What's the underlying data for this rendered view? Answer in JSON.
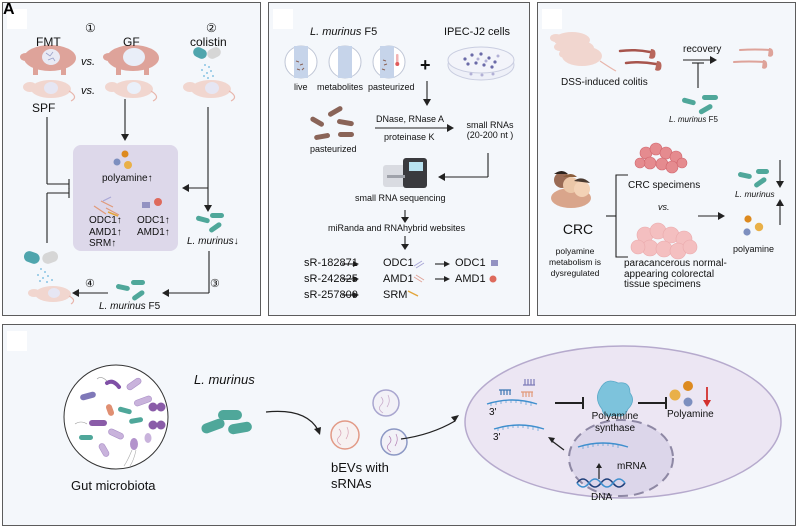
{
  "panel_a": {
    "letter": "A",
    "step1": "①",
    "step2": "②",
    "step3": "③",
    "step4": "④",
    "fmt": "FMT",
    "gf": "GF",
    "colistin": "colistin",
    "vs1": "vs.",
    "vs2": "vs.",
    "spf": "SPF",
    "polyamine": "polyamine↑",
    "genes_left": [
      "ODC1↑",
      "AMD1↑",
      "SRM↑"
    ],
    "genes_right": [
      "ODC1↑",
      "AMD1↑"
    ],
    "lmurinus_down": "L. murinus↓",
    "lmurinus_f5_species": "L. murinus",
    "lmurinus_f5_strain": " F5"
  },
  "panel_b": {
    "species": "L. murinus",
    "strain": " F5",
    "cells": "IPEC-J2 cells",
    "tubes": [
      "live",
      "metabolites",
      "pasteurized"
    ],
    "plus": "+",
    "pasteurized": "pasteurized",
    "treatment_top": "DNase, RNase A",
    "treatment_bottom": "proteinase K",
    "small_rnas": "small RNAs",
    "size_range": "(20-200 nt )",
    "sequencing": "small RNA sequencing",
    "websites": "miRanda and RNAhybrid websites",
    "targets": [
      {
        "srna": "sR-182871",
        "gene": "ODC1",
        "protein": "ODC1"
      },
      {
        "srna": "sR-242825",
        "gene": "AMD1",
        "protein": "AMD1"
      },
      {
        "srna": "sR-257800",
        "gene": "SRM",
        "protein": ""
      }
    ]
  },
  "panel_c": {
    "colitis": "DSS-induced colitis",
    "recovery": "recovery",
    "lmurinus_species": "L. murinus",
    "lmurinus_strain": " F5",
    "crc_specimens": "CRC specimens",
    "vs": "vs.",
    "normal_specimens": [
      "paracancerous normal-",
      "appearing colorectal",
      "tissue specimens"
    ],
    "crc": "CRC",
    "crc_note": [
      "polyamine",
      "metabolism is",
      "dysregulated"
    ],
    "lmurinus": "L. murinus",
    "polyamine": "polyamine"
  },
  "panel_d": {
    "gut_microbiota": "Gut microbiota",
    "lmurinus": "L. murinus",
    "bevs": [
      "bEVs with",
      "sRNAs"
    ],
    "three_prime_1": "3'",
    "three_prime_2": "3'",
    "synthase": [
      "Polyamine",
      "synthase"
    ],
    "polyamine": "Polyamine",
    "mrna": "mRNA",
    "dna": "DNA"
  },
  "colors": {
    "panel_bg": "#f4f7fb",
    "border": "#5c5c5c",
    "bacteria_teal": "#4fa79a",
    "pasteurized_brown": "#8a6458",
    "pig_pink": "#dea39a",
    "mouse_pink": "#f1d6cf",
    "box_lavender": "#ddd8ea",
    "polyamine_orange": "#dd8a1f",
    "polyamine_yellow": "#e9b048",
    "polyamine_blue": "#7d8fbf",
    "down_arrow_red": "#d3302d",
    "cell_lavender": "#ece6f3",
    "rna_blue": "#3f8fce"
  }
}
